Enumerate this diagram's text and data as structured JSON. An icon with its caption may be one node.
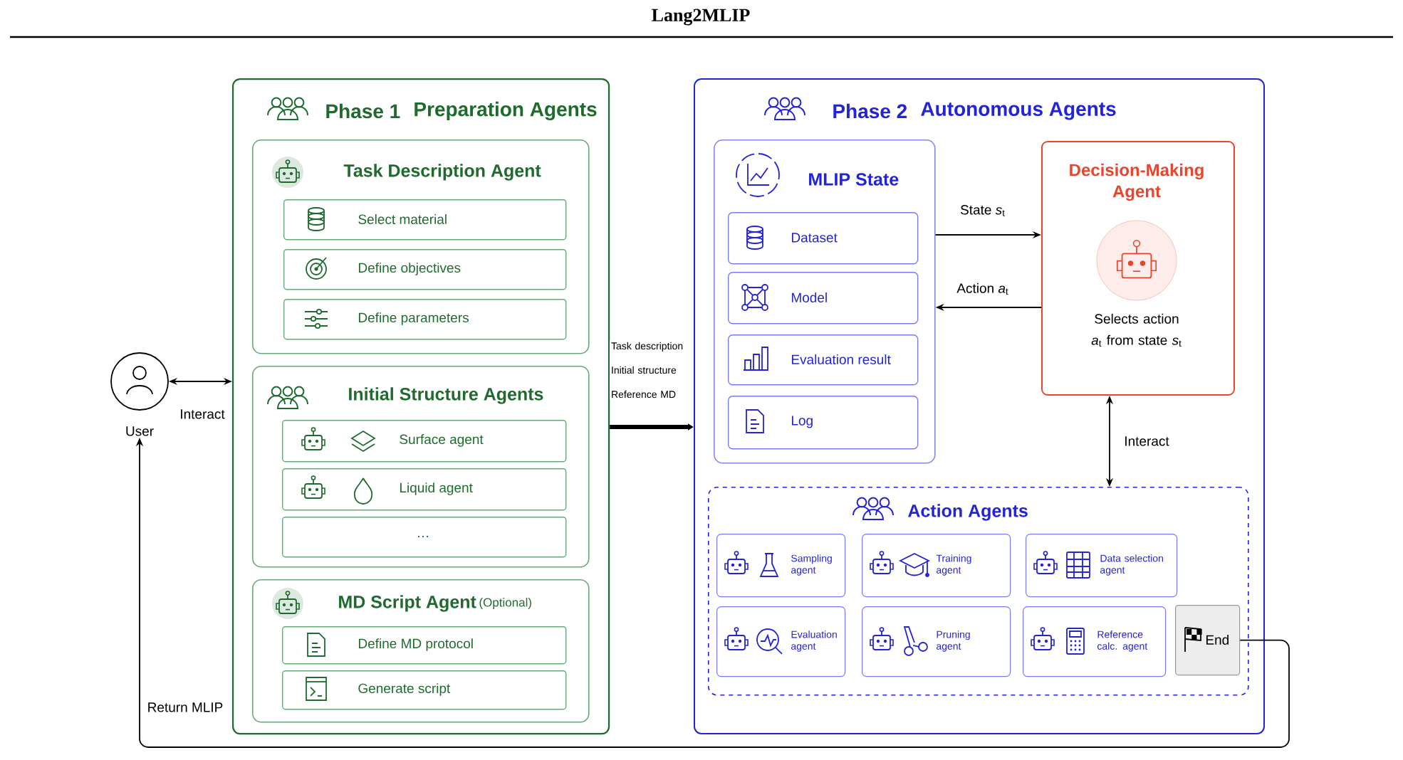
{
  "diagram": {
    "title": "Lang2MLIP",
    "nodes": [
      {
        "text": [
          "Phase 1",
          "Preparation Agents"
        ]
      },
      {
        "text": [
          "Task Description Agent"
        ],
        "in": 0
      },
      {
        "text": [
          "Select material"
        ],
        "in": 1
      },
      {
        "text": [
          "Define objectives"
        ],
        "in": 1
      },
      {
        "text": [
          "Define parameters"
        ],
        "in": 1
      },
      {
        "text": [
          "Initial Structure Agents"
        ],
        "in": 0
      },
      {
        "text": [
          "Surface agent"
        ],
        "in": 5
      },
      {
        "text": [
          "Liquid agent"
        ],
        "in": 5
      },
      {
        "text": [
          "…"
        ],
        "in": 5
      },
      {
        "text": [
          "MD Script Agent",
          "(Optional)"
        ],
        "in": 0
      },
      {
        "text": [
          "Define MD protocol"
        ],
        "in": 9
      },
      {
        "text": [
          "Generate script"
        ],
        "in": 9
      },
      {
        "text": [
          "User"
        ]
      },
      {
        "text": [
          "Phase 2",
          "Autonomous Agents"
        ]
      },
      {
        "text": [
          "MLIP State"
        ],
        "in": 13
      },
      {
        "text": [
          "Dataset"
        ],
        "in": 14
      },
      {
        "text": [
          "Model"
        ],
        "in": 14
      },
      {
        "text": [
          "Evaluation result"
        ],
        "in": 14
      },
      {
        "text": [
          "Log"
        ],
        "in": 14
      },
      {
        "text": [
          "Decision-Making Agent",
          "Selects action *a*$_{t}$ from state *s*$_{t}$"
        ],
        "in": 13
      },
      {
        "text": [
          "Action Agents"
        ],
        "in": 13
      },
      {
        "text": [
          "Sampling agent"
        ],
        "in": 20
      },
      {
        "text": [
          "Training agent"
        ],
        "in": 20
      },
      {
        "text": [
          "Data selection agent"
        ],
        "in": 20
      },
      {
        "text": [
          "Evaluation agent"
        ],
        "in": 20
      },
      {
        "text": [
          "Pruning agent"
        ],
        "in": 20
      },
      {
        "text": [
          "Reference calc. agent"
        ],
        "in": 20
      },
      {
        "text": [
          "End"
        ],
        "in": 20
      }
    ],
    "edges": [
      {
        "from": 12,
        "to": 0,
        "arrow": "both",
        "label": "Interact"
      },
      {
        "from": 0,
        "to": 13,
        "arrow": "to",
        "label": "Task description Initial structure Reference MD",
        "style": "thick"
      },
      {
        "from": 14,
        "to": 19,
        "arrow": "to",
        "label": "State *s*$_{t}$"
      },
      {
        "from": 19,
        "to": 14,
        "arrow": "to",
        "label": "Action *a*$_{t}$"
      },
      {
        "from": 19,
        "to": 20,
        "arrow": "both",
        "label": "Interact"
      },
      {
        "from": 27,
        "to": 12,
        "arrow": "to",
        "label": "Return MLIP"
      }
    ]
  }
}
